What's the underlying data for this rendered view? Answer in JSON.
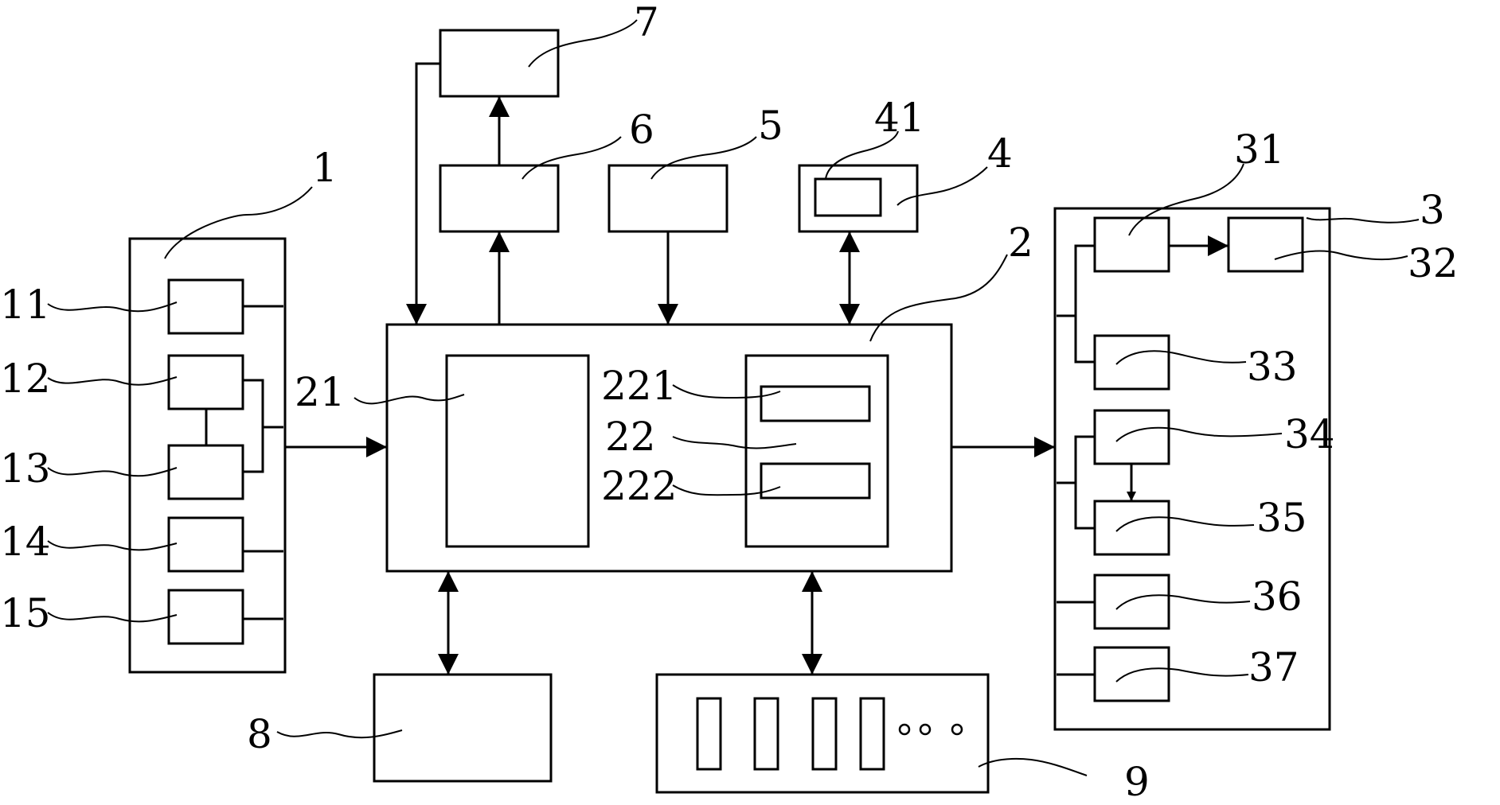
{
  "labels": {
    "n1": "1",
    "n11": "11",
    "n12": "12",
    "n13": "13",
    "n14": "14",
    "n15": "15",
    "n2": "2",
    "n21": "21",
    "n22": "22",
    "n221": "221",
    "n222": "222",
    "n3": "3",
    "n31": "31",
    "n32": "32",
    "n33": "33",
    "n34": "34",
    "n35": "35",
    "n36": "36",
    "n37": "37",
    "n4": "4",
    "n41": "41",
    "n5": "5",
    "n6": "6",
    "n7": "7",
    "n8": "8",
    "n9": "9"
  },
  "diagram": {
    "nodes": [
      {
        "id": "1",
        "children": [
          "11",
          "12",
          "13",
          "14",
          "15"
        ]
      },
      {
        "id": "2",
        "children": [
          "21",
          "22"
        ]
      },
      {
        "id": "22",
        "children": [
          "221",
          "222"
        ]
      },
      {
        "id": "3",
        "children": [
          "31",
          "32",
          "33",
          "34",
          "35",
          "36",
          "37"
        ]
      },
      {
        "id": "4",
        "children": [
          "41"
        ]
      },
      {
        "id": "5"
      },
      {
        "id": "6"
      },
      {
        "id": "7"
      },
      {
        "id": "8"
      },
      {
        "id": "9"
      }
    ],
    "edges": [
      {
        "from": "1",
        "to": "2"
      },
      {
        "from": "2",
        "to": "3"
      },
      {
        "from": "2",
        "to": "6"
      },
      {
        "from": "6",
        "to": "7"
      },
      {
        "from": "7",
        "to": "2"
      },
      {
        "from": "5",
        "to": "2"
      },
      {
        "from": "2",
        "to": "4",
        "bidirectional": true
      },
      {
        "from": "2",
        "to": "8",
        "bidirectional": true
      },
      {
        "from": "2",
        "to": "9",
        "bidirectional": true
      },
      {
        "from": "31",
        "to": "32"
      },
      {
        "from": "34",
        "to": "35"
      },
      {
        "from": "12",
        "to": "13",
        "arrow": false
      }
    ]
  }
}
